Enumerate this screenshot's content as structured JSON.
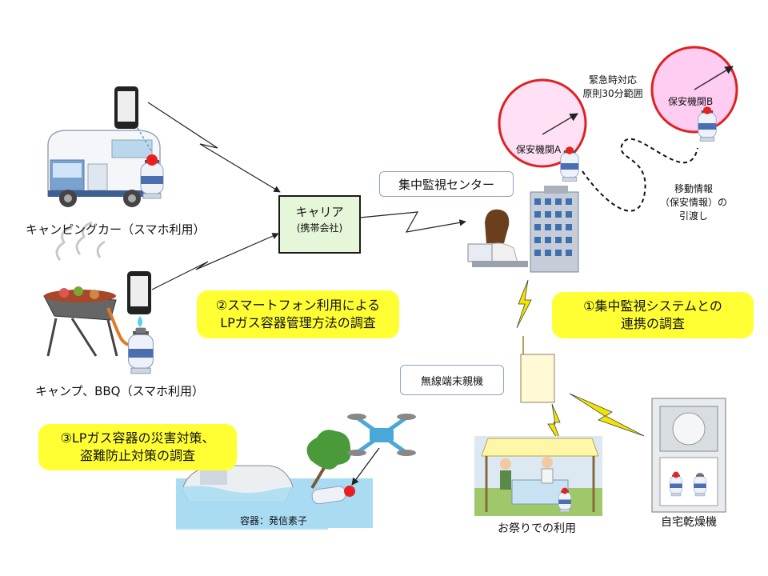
{
  "labels": {
    "camper": "キャンピングカー（スマホ利用）",
    "camp_bbq": "キャンプ、BBQ（スマホ利用）",
    "carrier_line1": "キャリア",
    "carrier_line2": "(携帯会社)",
    "center": "集中監視センター",
    "org_a": "保安機関A",
    "org_b": "保安機関B",
    "response_line1": "緊急時対応",
    "response_line2": "原則30分範囲",
    "transfer_line1": "移動情報",
    "transfer_line2": "（保安情報）の",
    "transfer_line3": "引渡し",
    "terminal": "無線端末親機",
    "transmitter": "容器：発信素子",
    "festival": "お祭りでの利用",
    "dryer": "自宅乾燥機"
  },
  "notes": {
    "n1_line1": "①集中監視システムとの",
    "n1_line2": "連携の調査",
    "n2_line1": "②スマートフォン利用による",
    "n2_line2": "LPガス容器管理方法の調査",
    "n3_line1": "③LPガス容器の災害対策、",
    "n3_line2": "盗難防止対策の調査"
  },
  "colors": {
    "note_fill": "#ffff33",
    "carrier_fill": "#e6f6d8",
    "carrier_border": "#1a1a1a",
    "circle_border": "#e02020",
    "circle_a_fill": "#ffe0f4",
    "circle_b_fill": "#ffccf2",
    "lightning_fill": "#f2e400",
    "flood_water": "#a9dcf2"
  },
  "icons": [
    "smartphone-icon",
    "camper-van-icon",
    "gas-cylinder-icon",
    "grill-icon",
    "office-building-icon",
    "operator-icon",
    "drone-icon",
    "sunken-car-icon",
    "tree-icon",
    "market-stall-icon",
    "dryer-unit-icon",
    "base-station-icon",
    "lightning-icon"
  ]
}
